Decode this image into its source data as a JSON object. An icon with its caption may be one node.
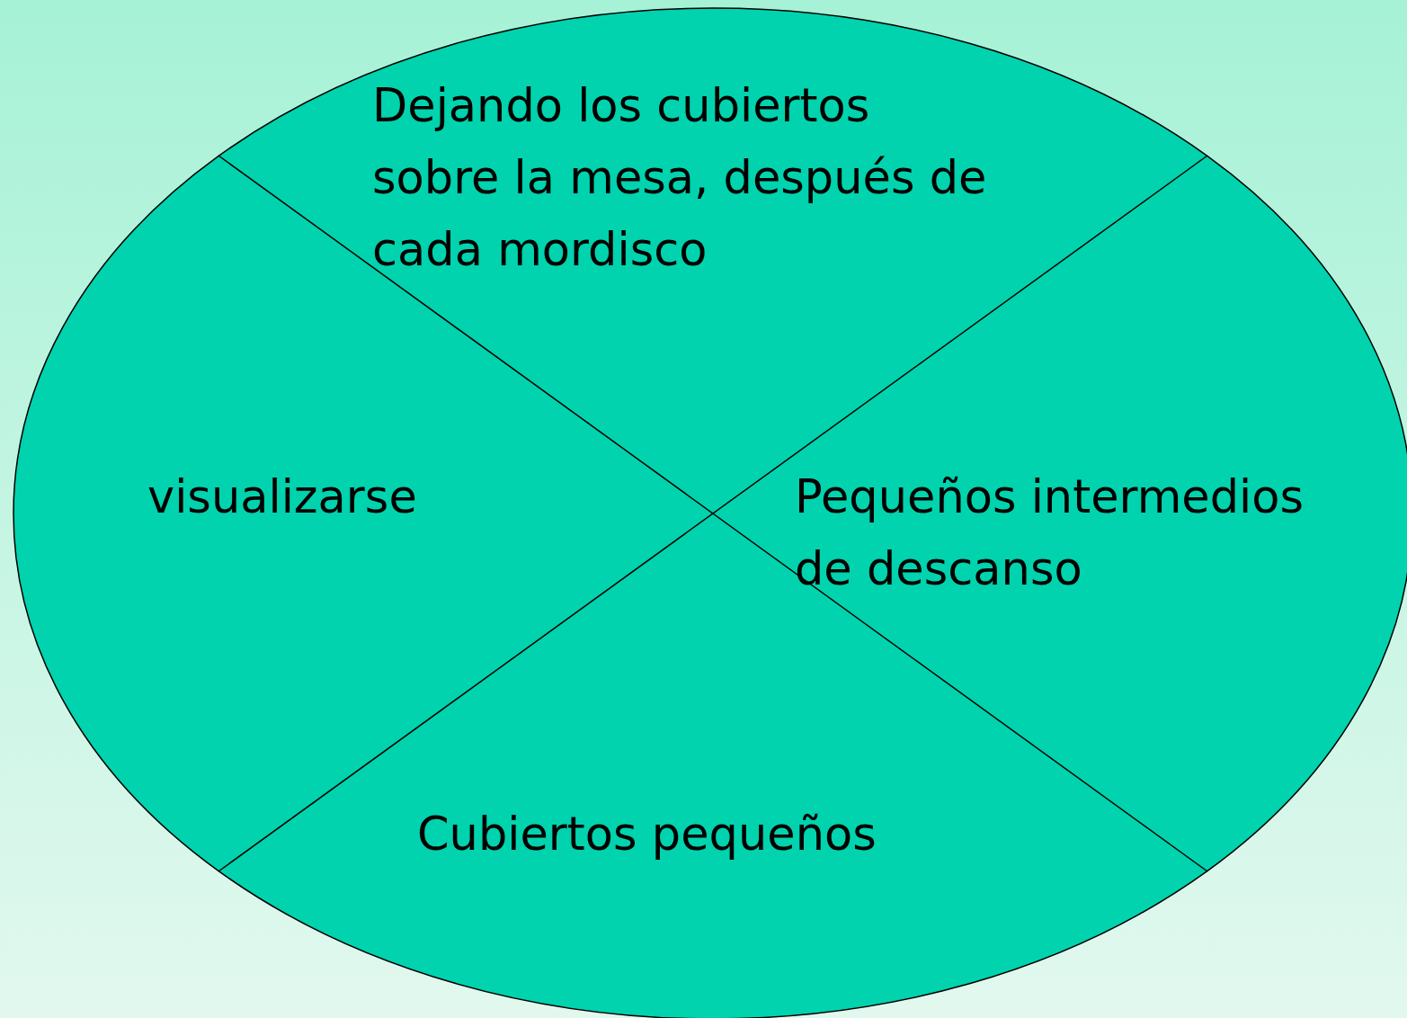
{
  "diagram": {
    "nodes": [
      {
        "text": [],
        "shape": "circle"
      },
      {
        "text": [
          "Dejando los cubiertos sobre la mesa, después de cada mordisco"
        ],
        "in": 0
      },
      {
        "text": [
          "visualizarse"
        ],
        "in": 0
      },
      {
        "text": [
          "Pequeños intermedios de descanso"
        ],
        "in": 0
      },
      {
        "text": [
          "Cubiertos pequeños"
        ],
        "in": 0
      }
    ]
  }
}
